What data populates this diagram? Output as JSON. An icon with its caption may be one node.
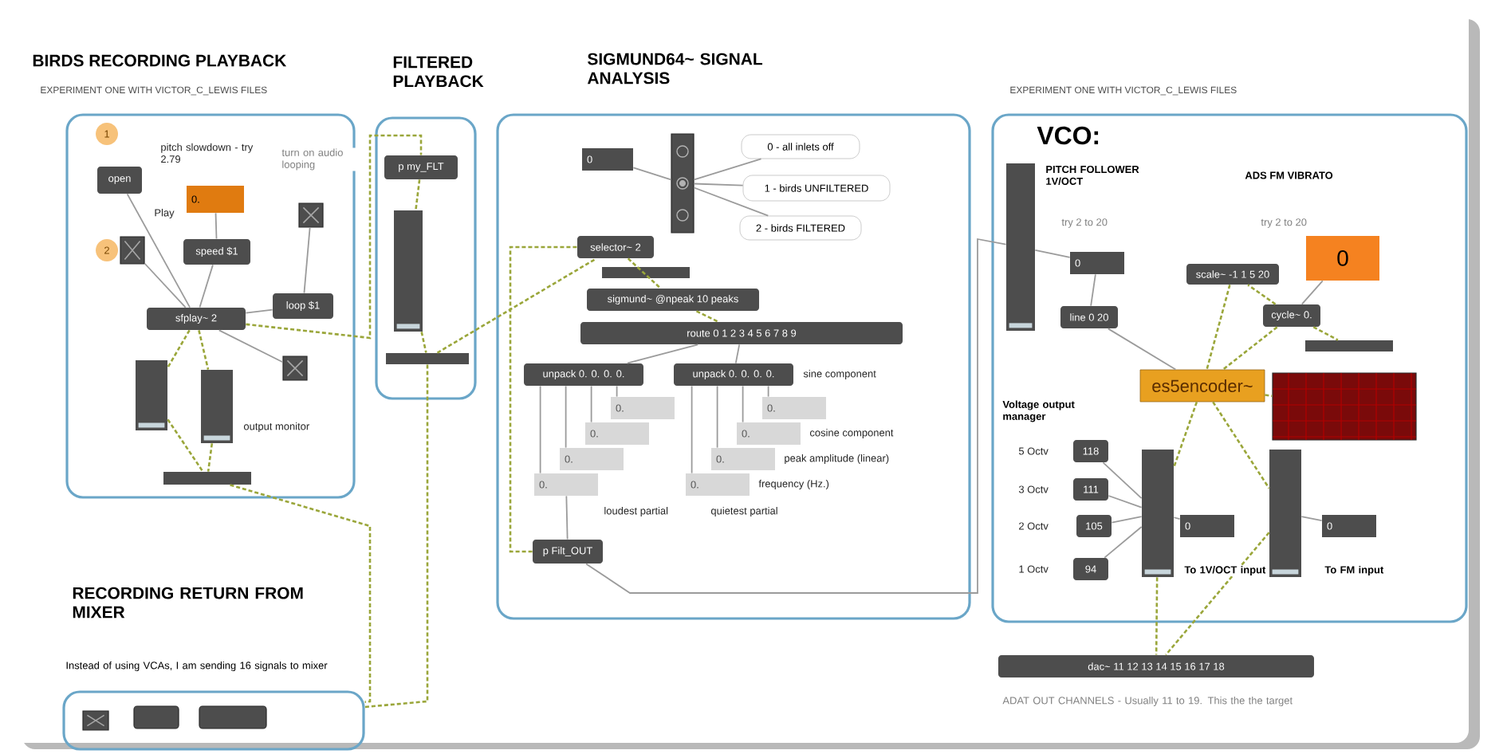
{
  "diagram": {
    "nodes": [
      {
        "text": [
          "BIRDS RECORDING PLAYBACK",
          "EXPERIMENT ONE WITH VICTOR_C_LEWIS FILES"
        ]
      },
      {
        "text": [
          "1"
        ],
        "in": 0
      },
      {
        "text": [
          "open"
        ],
        "in": 0
      },
      {
        "text": [
          "0."
        ],
        "in": 0
      },
      {
        "text": [],
        "shape": "box",
        "in": 0
      },
      {
        "text": [
          "2"
        ],
        "in": 0
      },
      {
        "text": [],
        "shape": "box",
        "in": 0
      },
      {
        "text": [
          "speed $1"
        ],
        "in": 0
      },
      {
        "text": [
          "loop $1"
        ],
        "in": 0
      },
      {
        "text": [
          "sfplay~ 2"
        ],
        "in": 0
      },
      {
        "text": [],
        "shape": "bar",
        "in": 0
      },
      {
        "text": [],
        "shape": "bar",
        "in": 0
      },
      {
        "text": [],
        "shape": "box",
        "in": 0
      },
      {
        "text": [],
        "shape": "bar",
        "in": 0
      },
      {
        "text": [
          "FILTERED PLAYBACK"
        ]
      },
      {
        "text": [
          "p my_FLT"
        ],
        "in": 14
      },
      {
        "text": [],
        "shape": "bar",
        "in": 14
      },
      {
        "text": [],
        "shape": "bar",
        "in": 14
      },
      {
        "text": [
          "SIGMUND64~ SIGNAL ANALYSIS"
        ]
      },
      {
        "text": [
          "0"
        ],
        "in": 18
      },
      {
        "text": [],
        "shape": "box",
        "in": 18
      },
      {
        "text": [
          "0 - all inlets off"
        ],
        "in": 18
      },
      {
        "text": [
          "1 - birds UNFILTERED"
        ],
        "in": 18
      },
      {
        "text": [
          "2 - birds FILTERED"
        ],
        "in": 18
      },
      {
        "text": [
          "selector~ 2"
        ],
        "in": 18
      },
      {
        "text": [],
        "shape": "bar",
        "in": 18
      },
      {
        "text": [
          "sigmund~ @npeak 10 peaks"
        ],
        "in": 18
      },
      {
        "text": [
          "route 0 1 2 3 4 5 6 7 8 9"
        ],
        "in": 18
      },
      {
        "text": [
          "unpack 0. 0. 0. 0."
        ],
        "in": 18
      },
      {
        "text": [
          "unpack 0. 0. 0. 0."
        ],
        "in": 18
      },
      {
        "text": [
          "0."
        ],
        "in": 18
      },
      {
        "text": [
          "0."
        ],
        "in": 18
      },
      {
        "text": [
          "0."
        ],
        "in": 18
      },
      {
        "text": [
          "0."
        ],
        "in": 18
      },
      {
        "text": [
          "0."
        ],
        "in": 18
      },
      {
        "text": [
          "0."
        ],
        "in": 18
      },
      {
        "text": [
          "0."
        ],
        "in": 18
      },
      {
        "text": [
          "0."
        ],
        "in": 18
      },
      {
        "text": [
          "p Filt_OUT"
        ],
        "in": 18
      },
      {
        "text": [
          "EXPERIMENT ONE WITH VICTOR_C_LEWIS FILES",
          "VCO:"
        ]
      },
      {
        "text": [],
        "shape": "bar",
        "in": 39
      },
      {
        "text": [
          "0"
        ],
        "in": 39
      },
      {
        "text": [
          "line 0 20"
        ],
        "in": 39
      },
      {
        "text": [
          "scale~ -1 1 5 20"
        ],
        "in": 39
      },
      {
        "text": [
          "0"
        ],
        "in": 39
      },
      {
        "text": [
          "cycle~ 0."
        ],
        "in": 39
      },
      {
        "text": [],
        "shape": "bar",
        "in": 39
      },
      {
        "text": [
          "es5encoder~"
        ],
        "in": 39
      },
      {
        "text": [],
        "shape": "box",
        "in": 39
      },
      {
        "text": [
          "118"
        ],
        "in": 39
      },
      {
        "text": [
          "111"
        ],
        "in": 39
      },
      {
        "text": [
          "105"
        ],
        "in": 39
      },
      {
        "text": [
          "94"
        ],
        "in": 39
      },
      {
        "text": [],
        "shape": "bar",
        "in": 39
      },
      {
        "text": [
          "0"
        ],
        "in": 39
      },
      {
        "text": [],
        "shape": "bar",
        "in": 39
      },
      {
        "text": [
          "0"
        ],
        "in": 39
      },
      {
        "text": [
          "dac~ 11 12 13 14 15 16 17 18"
        ]
      },
      {
        "text": [
          "RECORDING RETURN FROM MIXER",
          "Instead of using VCAs, I am sending 16 signals to mixer"
        ]
      },
      {
        "text": [],
        "shape": "box",
        "in": 58
      },
      {
        "text": [],
        "shape": "box",
        "in": 58
      },
      {
        "text": [],
        "shape": "box",
        "in": 58
      }
    ],
    "edges": [
      {
        "from": 2,
        "to": 9,
        "arrow": "none"
      },
      {
        "from": 6,
        "to": 9,
        "arrow": "none"
      },
      {
        "from": 3,
        "to": 7,
        "arrow": "none"
      },
      {
        "from": 7,
        "to": 9,
        "arrow": "none"
      },
      {
        "from": 4,
        "to": 8,
        "arrow": "none"
      },
      {
        "from": 8,
        "to": 9,
        "arrow": "none"
      },
      {
        "from": 9,
        "to": 12,
        "arrow": "none"
      },
      {
        "from": 20,
        "to": 19,
        "arrow": "none"
      },
      {
        "from": 20,
        "to": 21,
        "arrow": "none"
      },
      {
        "from": 20,
        "to": 22,
        "arrow": "none"
      },
      {
        "from": 20,
        "to": 23,
        "arrow": "none"
      },
      {
        "from": 27,
        "to": 28,
        "arrow": "none"
      },
      {
        "from": 27,
        "to": 29,
        "arrow": "none"
      },
      {
        "from": 28,
        "to": 30,
        "arrow": "none"
      },
      {
        "from": 28,
        "to": 31,
        "arrow": "none"
      },
      {
        "from": 28,
        "to": 32,
        "arrow": "none"
      },
      {
        "from": 28,
        "to": 33,
        "arrow": "none"
      },
      {
        "from": 29,
        "to": 34,
        "arrow": "none"
      },
      {
        "from": 29,
        "to": 35,
        "arrow": "none"
      },
      {
        "from": 29,
        "to": 36,
        "arrow": "none"
      },
      {
        "from": 29,
        "to": 37,
        "arrow": "none"
      },
      {
        "from": 33,
        "to": 38,
        "arrow": "none"
      },
      {
        "from": 38,
        "to": 40,
        "arrow": "none"
      },
      {
        "from": 40,
        "to": 41,
        "arrow": "none"
      },
      {
        "from": 41,
        "to": 42,
        "arrow": "none"
      },
      {
        "from": 44,
        "to": 45,
        "arrow": "none"
      },
      {
        "from": 42,
        "to": 47,
        "arrow": "none"
      },
      {
        "from": 49,
        "to": 53,
        "arrow": "none"
      },
      {
        "from": 50,
        "to": 53,
        "arrow": "none"
      },
      {
        "from": 51,
        "to": 53,
        "arrow": "none"
      },
      {
        "from": 52,
        "to": 53,
        "arrow": "none"
      },
      {
        "from": 53,
        "to": 54,
        "arrow": "none"
      },
      {
        "from": 55,
        "to": 56,
        "arrow": "none"
      },
      {
        "from": 9,
        "to": 10,
        "arrow": "none",
        "style": "dashed",
        "color": "#9aa63a"
      },
      {
        "from": 9,
        "to": 11,
        "arrow": "none",
        "style": "dashed",
        "color": "#9aa63a"
      },
      {
        "from": 9,
        "to": 15,
        "arrow": "none",
        "style": "dashed",
        "color": "#9aa63a"
      },
      {
        "from": 10,
        "to": 13,
        "arrow": "none",
        "style": "dashed",
        "color": "#9aa63a"
      },
      {
        "from": 11,
        "to": 13,
        "arrow": "none",
        "style": "dashed",
        "color": "#9aa63a"
      },
      {
        "from": 15,
        "to": 16,
        "arrow": "none",
        "style": "dashed",
        "color": "#9aa63a"
      },
      {
        "from": 16,
        "to": 17,
        "arrow": "none",
        "style": "dashed",
        "color": "#9aa63a"
      },
      {
        "from": 17,
        "to": 24,
        "arrow": "none",
        "style": "dashed",
        "color": "#9aa63a"
      },
      {
        "from": 13,
        "to": 58,
        "arrow": "none",
        "style": "dashed",
        "color": "#9aa63a"
      },
      {
        "from": 17,
        "to": 58,
        "arrow": "none",
        "style": "dashed",
        "color": "#9aa63a"
      },
      {
        "from": 24,
        "to": 26,
        "arrow": "none",
        "style": "dashed",
        "color": "#9aa63a"
      },
      {
        "from": 26,
        "to": 27,
        "arrow": "none",
        "style": "dashed",
        "color": "#9aa63a"
      },
      {
        "from": 38,
        "to": 24,
        "arrow": "none",
        "style": "dashed",
        "color": "#9aa63a"
      },
      {
        "from": 43,
        "to": 47,
        "arrow": "none",
        "style": "dashed",
        "color": "#9aa63a"
      },
      {
        "from": 45,
        "to": 47,
        "arrow": "none",
        "style": "dashed",
        "color": "#9aa63a"
      },
      {
        "from": 45,
        "to": 43,
        "arrow": "none",
        "style": "dashed",
        "color": "#9aa63a"
      },
      {
        "from": 45,
        "to": 46,
        "arrow": "none",
        "style": "dashed",
        "color": "#9aa63a"
      },
      {
        "from": 47,
        "to": 48,
        "arrow": "none",
        "style": "dashed",
        "color": "#9aa63a"
      },
      {
        "from": 47,
        "to": 53,
        "arrow": "none",
        "style": "dashed",
        "color": "#9aa63a"
      },
      {
        "from": 47,
        "to": 55,
        "arrow": "none",
        "style": "dashed",
        "color": "#9aa63a"
      },
      {
        "from": 53,
        "to": 57,
        "arrow": "none",
        "style": "dashed",
        "color": "#9aa63a"
      },
      {
        "from": 55,
        "to": 57,
        "arrow": "none",
        "style": "dashed",
        "color": "#9aa63a"
      }
    ],
    "labels": [
      "pitch slowdown - try 2.79",
      "turn on audio looping",
      "Play",
      "output monitor",
      "sine component",
      "cosine component",
      "peak amplitude (linear)",
      "frequency (Hz.)",
      "loudest partial",
      "quietest partial",
      "PITCH FOLLOWER 1V/OCT",
      "ADS FM VIBRATO",
      "try 2 to 20",
      "try 2 to 20",
      "Voltage output manager",
      "5 Octv",
      "3 Octv",
      "2 Octv",
      "1 Octv",
      "To 1V/OCT input",
      "To FM input",
      "ADAT OUT CHANNELS - Usually 11 to 19. This the the target"
    ]
  }
}
